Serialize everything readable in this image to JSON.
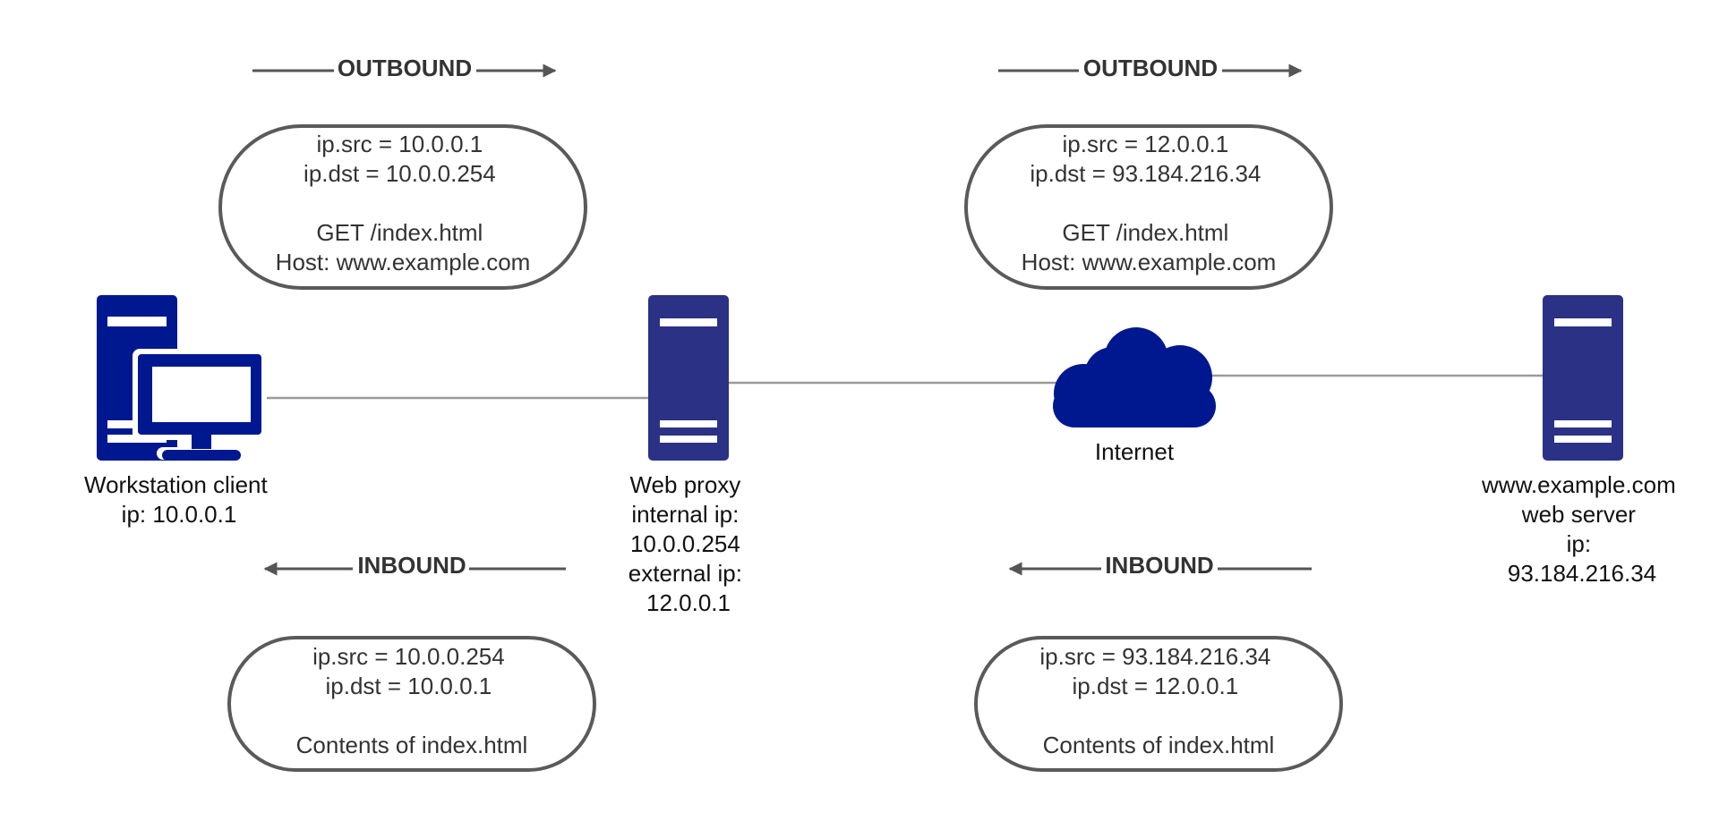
{
  "colors": {
    "device": "#2b3185",
    "workstation": "#00188f",
    "cloud": "#00188f",
    "link": "#9a9a9a",
    "arrow": "#555555",
    "bubble_stroke": "#5a5a5a"
  },
  "nodes": {
    "workstation": {
      "icon": "workstation-icon",
      "lines": [
        "Workstation client",
        "ip: 10.0.0.1"
      ]
    },
    "proxy": {
      "icon": "server-icon",
      "lines": [
        "Web proxy",
        "internal ip:",
        "10.0.0.254",
        "external ip:",
        "12.0.0.1"
      ]
    },
    "internet": {
      "icon": "cloud-icon",
      "lines": [
        "Internet"
      ]
    },
    "webserver": {
      "icon": "server-icon",
      "lines": [
        "www.example.com",
        "web server",
        "ip:",
        "93.184.216.34"
      ]
    }
  },
  "directions": {
    "left_outbound": "OUTBOUND",
    "right_outbound": "OUTBOUND",
    "left_inbound": "INBOUND",
    "right_inbound": "INBOUND"
  },
  "packets": {
    "left_outbound": [
      "ip.src = 10.0.0.1",
      "ip.dst = 10.0.0.254",
      "",
      "GET /index.html",
      "Host: www.example.com"
    ],
    "right_outbound": [
      "ip.src = 12.0.0.1",
      "ip.dst = 93.184.216.34",
      "",
      "GET /index.html",
      "Host: www.example.com"
    ],
    "left_inbound": [
      "ip.src = 10.0.0.254",
      "ip.dst = 10.0.0.1",
      "",
      "Contents of index.html"
    ],
    "right_inbound": [
      "ip.src = 93.184.216.34",
      "ip.dst = 12.0.0.1",
      "",
      "Contents of index.html"
    ]
  }
}
